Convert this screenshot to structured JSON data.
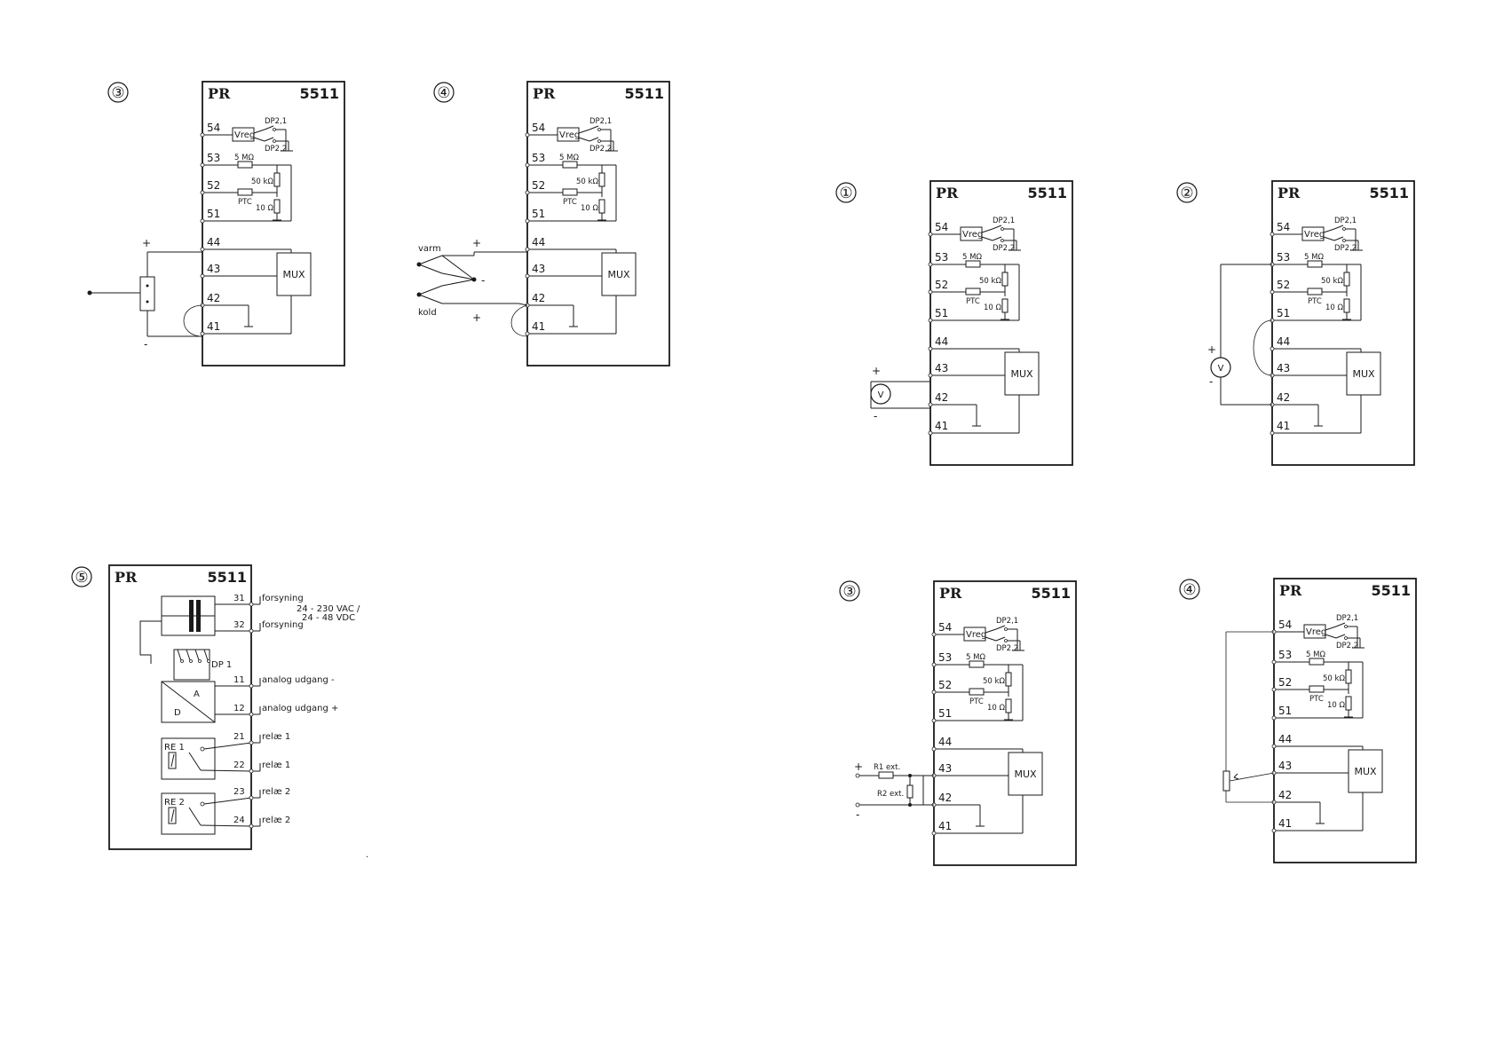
{
  "module": {
    "brand": "PR",
    "model": "5511",
    "mux_label": "MUX"
  },
  "terminals": [
    "54",
    "53",
    "52",
    "51",
    "44",
    "43",
    "42",
    "41"
  ],
  "internal": {
    "vreg": "Vreg",
    "dp21": "DP2,1",
    "dp22": "DP2,2",
    "r5m": "5 MΩ",
    "r50k": "50 kΩ",
    "ptc": "PTC",
    "r10": "10 Ω"
  },
  "diagrams": [
    {
      "id": "left-3",
      "number": "③",
      "input": "thermocouple-with-block",
      "signs": [
        "+",
        "-"
      ]
    },
    {
      "id": "left-4",
      "number": "④",
      "input": "thermocouple-warm-cold",
      "signs": [
        "+",
        "-",
        "+"
      ],
      "labels": [
        "varm",
        "kold"
      ]
    },
    {
      "id": "right-1",
      "number": "①",
      "input": "voltage-source",
      "signs": [
        "+",
        "-"
      ],
      "source": "V"
    },
    {
      "id": "right-2",
      "number": "②",
      "input": "voltage-source-wide",
      "signs": [
        "+",
        "-"
      ],
      "source": "V"
    },
    {
      "id": "right-3",
      "number": "③",
      "input": "resistor-pair",
      "signs": [
        "+",
        "-"
      ],
      "labels": [
        "R1 ext.",
        "R2 ext."
      ]
    },
    {
      "id": "right-4",
      "number": "④",
      "input": "potentiometer"
    }
  ],
  "supply_diagram": {
    "number": "⑤",
    "brand": "PR",
    "model": "5511",
    "dp_label": "DP 1",
    "da": [
      "D",
      "A"
    ],
    "relays": [
      "RE 1",
      "RE 2"
    ],
    "terminals": [
      "31",
      "32",
      "11",
      "12",
      "21",
      "22",
      "23",
      "24"
    ],
    "labels": [
      "forsyning",
      "forsyning",
      "analog udgang -",
      "analog udgang +",
      "relæ 1",
      "relæ 1",
      "relæ 2",
      "relæ 2"
    ],
    "voltage_lines": [
      "24 - 230 VAC /",
      "24 - 48 VDC"
    ],
    "stray_mark": "."
  }
}
